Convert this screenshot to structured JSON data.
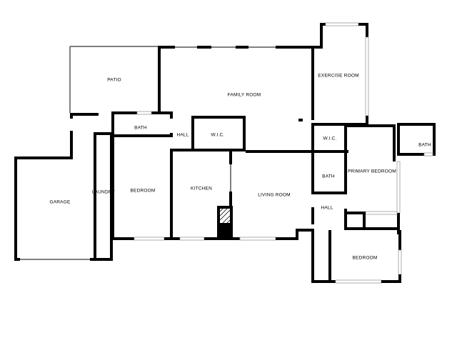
{
  "rooms": {
    "patio": "PATIO",
    "family_room": "FAMILY ROOM",
    "exercise_room": "EXERCISE ROOM",
    "bath_upper_left": "BATH",
    "hall_upper": "HALL",
    "wic_upper": "W.I.C.",
    "wic_right": "W.I.C.",
    "bath_far_right": "BATH",
    "bath_right": "BATH",
    "primary_bedroom": "PRIMARY BEDROOM",
    "garage": "GARAGE",
    "laundry": "LAUNDRY",
    "bedroom_left": "BEDROOM",
    "kitchen": "KITCHEN",
    "living_room": "LIVING ROOM",
    "hall_right": "HALL",
    "bedroom_right": "BEDROOM"
  }
}
